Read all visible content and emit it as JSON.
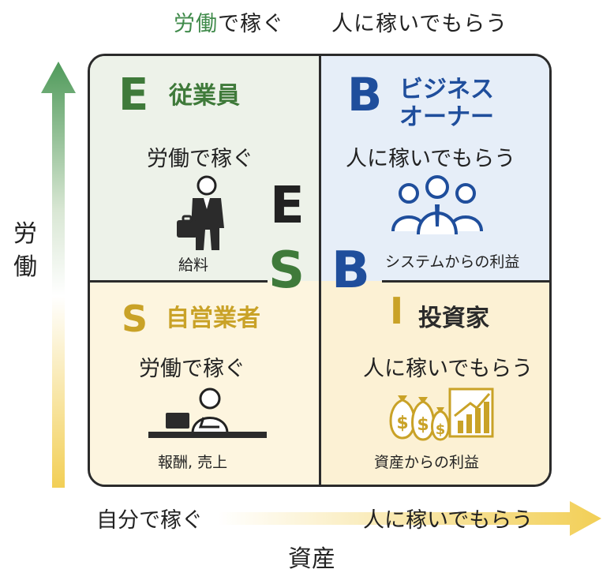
{
  "header": {
    "left_accent": "労働",
    "left_rest": "で稼ぐ",
    "right": "人に稼いでもらう"
  },
  "vertical_axis": {
    "label": "労働"
  },
  "quadrants": {
    "e": {
      "letter": "E",
      "title": "従業員",
      "subtitle": "労働で稼ぐ",
      "income": "給料",
      "color": "#3f7a3a"
    },
    "b": {
      "letter": "B",
      "title_line1": "ビジネス",
      "title_line2": "オーナー",
      "subtitle": "人に稼いでもらう",
      "income": "システムからの利益",
      "color": "#1f4e9c"
    },
    "s": {
      "letter": "S",
      "title": "自営業者",
      "subtitle": "労働で稼ぐ",
      "income": "報酬, 売上",
      "color": "#c9a227"
    },
    "i": {
      "letter": "I",
      "title": "投資家",
      "subtitle": "人に稼いでもらう",
      "income": "資産からの利益",
      "color": "#c9a227"
    }
  },
  "center": {
    "e": "E",
    "s": "S",
    "b": "B",
    "e_color": "#222222",
    "s_color": "#3f7a3a",
    "b_color": "#1f4e9c"
  },
  "horizontal_axis": {
    "left": "自分で稼ぐ",
    "right": "人に稼いでもらう",
    "label": "資産"
  }
}
